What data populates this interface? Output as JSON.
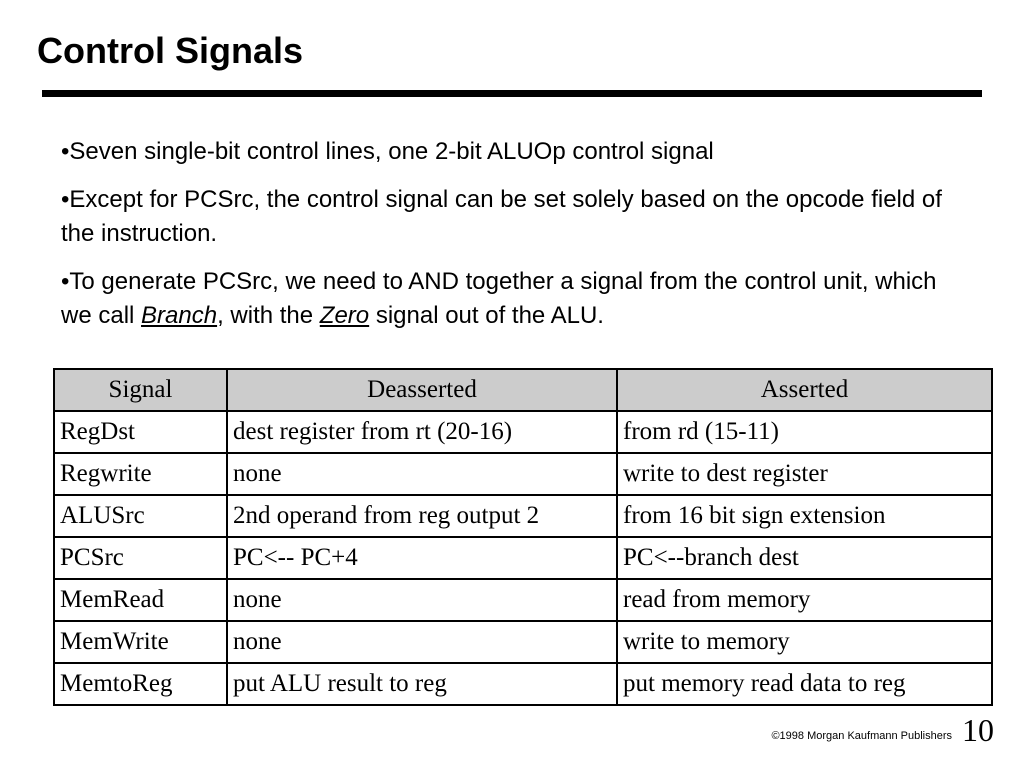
{
  "slide": {
    "title": "Control Signals",
    "bullets": [
      {
        "text": "•Seven single-bit control lines, one 2-bit ALUOp control signal"
      },
      {
        "text": "•Except for PCSrc, the control signal can be set solely based on the opcode field of the instruction."
      },
      {
        "pre": "•To generate PCSrc, we need to AND together a signal from the control unit, which we call ",
        "em1": "Branch",
        "mid": ", with the ",
        "em2": "Zero",
        "post": " signal out of the ALU."
      }
    ]
  },
  "table": {
    "headers": [
      "Signal",
      "Deasserted",
      "Asserted"
    ],
    "rows": [
      [
        "RegDst",
        "dest register from rt (20-16)",
        "from rd (15-11)"
      ],
      [
        "Regwrite",
        "none",
        "write to dest register"
      ],
      [
        "ALUSrc",
        "2nd operand from reg output 2",
        "from 16 bit sign extension"
      ],
      [
        "PCSrc",
        "PC<-- PC+4",
        "PC<--branch dest"
      ],
      [
        "MemRead",
        "none",
        "read from memory"
      ],
      [
        "MemWrite",
        "none",
        "write to memory"
      ],
      [
        "MemtoReg",
        "put ALU result to reg",
        "put memory read data to reg"
      ]
    ]
  },
  "footer": {
    "copyright": "©1998 Morgan Kaufmann Publishers",
    "page_number": "10"
  }
}
